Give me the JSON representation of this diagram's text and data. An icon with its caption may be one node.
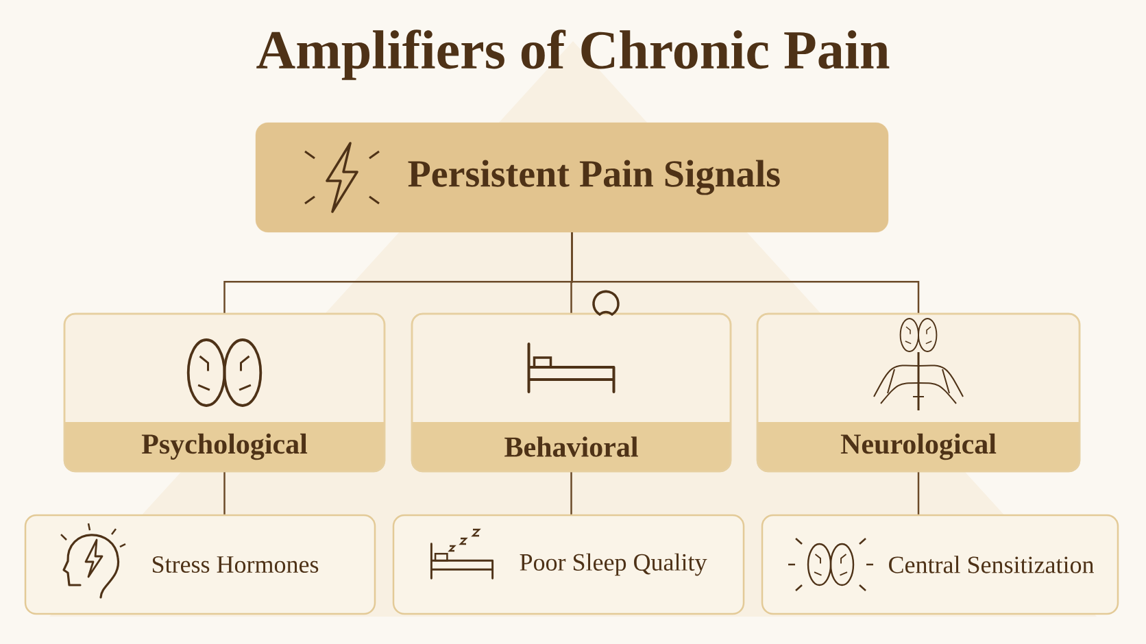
{
  "diagram": {
    "title": "Amplifiers of Chronic Pain",
    "nodes": [
      {
        "text": [
          "Persistent Pain Signals"
        ]
      },
      {
        "text": [
          "Psychological"
        ]
      },
      {
        "text": [
          "Behavioral"
        ]
      },
      {
        "text": [
          "Neurological"
        ]
      },
      {
        "text": [
          "Stress Hormones"
        ]
      },
      {
        "text": [
          "Poor Sleep Quality"
        ]
      },
      {
        "text": [
          "Central Sensitization"
        ]
      }
    ],
    "edges": [
      {
        "from": 0,
        "to": 1,
        "arrow": "none"
      },
      {
        "from": 0,
        "to": 2,
        "arrow": "none"
      },
      {
        "from": 0,
        "to": 3,
        "arrow": "none"
      },
      {
        "from": 1,
        "to": 4,
        "arrow": "none"
      },
      {
        "from": 2,
        "to": 5,
        "arrow": "none"
      },
      {
        "from": 3,
        "to": 6,
        "arrow": "none"
      }
    ]
  }
}
